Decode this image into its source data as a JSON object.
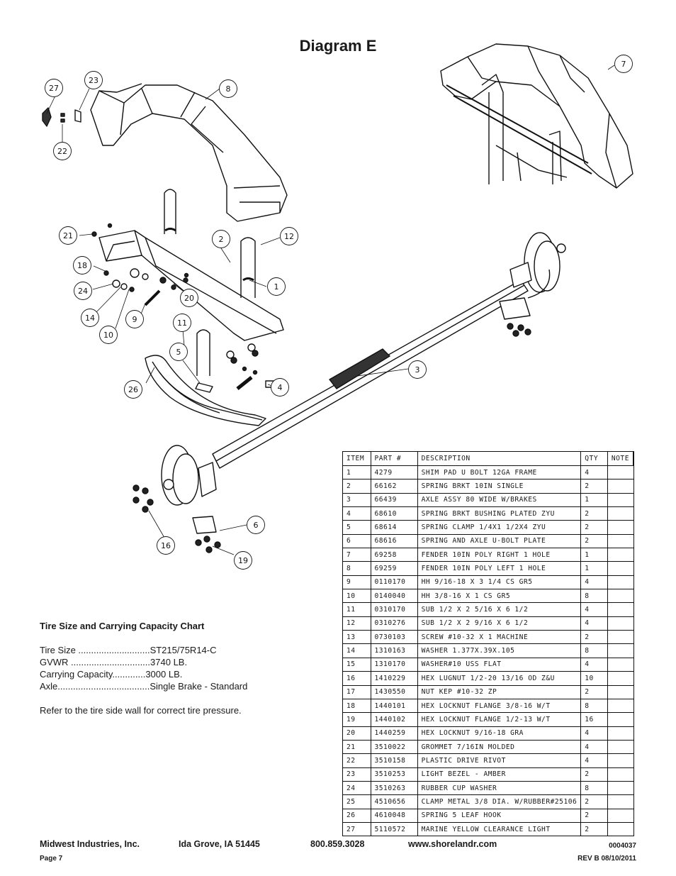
{
  "page_title": "Diagram E",
  "callouts": [
    "27",
    "23",
    "8",
    "22",
    "7",
    "21",
    "2",
    "12",
    "18",
    "24",
    "1",
    "20",
    "14",
    "9",
    "11",
    "10",
    "5",
    "3",
    "26",
    "4",
    "6",
    "16",
    "19"
  ],
  "parts_table": {
    "headers": [
      "ITEM",
      "PART #",
      "DESCRIPTION",
      "QTY",
      "NOTE"
    ],
    "rows": [
      [
        "1",
        "4279",
        "SHIM PAD   U BOLT 12GA FRAME",
        "4",
        ""
      ],
      [
        "2",
        "66162",
        "SPRING BRKT  10IN SINGLE",
        "2",
        ""
      ],
      [
        "3",
        "66439",
        "AXLE ASSY 80 WIDE W/BRAKES",
        "1",
        ""
      ],
      [
        "4",
        "68610",
        "SPRING BRKT BUSHING PLATED ZYU",
        "2",
        ""
      ],
      [
        "5",
        "68614",
        "SPRING CLAMP   1/4X1 1/2X4  ZYU",
        "2",
        ""
      ],
      [
        "6",
        "68616",
        "SPRING AND AXLE U-BOLT PLATE",
        "2",
        ""
      ],
      [
        "7",
        "69258",
        "FENDER  10IN POLY RIGHT 1 HOLE",
        "1",
        ""
      ],
      [
        "8",
        "69259",
        "FENDER  10IN POLY LEFT 1 HOLE",
        "1",
        ""
      ],
      [
        "9",
        "0110170",
        "HH 9/16-18 X 3 1/4 CS GR5",
        "4",
        ""
      ],
      [
        "10",
        "0140040",
        "HH 3/8-16 X 1 CS GR5",
        "8",
        ""
      ],
      [
        "11",
        "0310170",
        "SUB 1/2 X 2 5/16 X 6 1/2",
        "4",
        ""
      ],
      [
        "12",
        "0310276",
        "SUB 1/2 X 2 9/16 X 6 1/2",
        "4",
        ""
      ],
      [
        "13",
        "0730103",
        "SCREW #10-32 X 1 MACHINE",
        "2",
        ""
      ],
      [
        "14",
        "1310163",
        "WASHER 1.377X.39X.105",
        "8",
        ""
      ],
      [
        "15",
        "1310170",
        "WASHER#10 USS FLAT",
        "4",
        ""
      ],
      [
        "16",
        "1410229",
        "HEX LUGNUT 1/2-20 13/16 OD Z&U",
        "10",
        ""
      ],
      [
        "17",
        "1430550",
        "NUT KEP #10-32 ZP",
        "2",
        ""
      ],
      [
        "18",
        "1440101",
        "HEX LOCKNUT FLANGE 3/8-16 W/T",
        "8",
        ""
      ],
      [
        "19",
        "1440102",
        "HEX LOCKNUT FLANGE 1/2-13 W/T",
        "16",
        ""
      ],
      [
        "20",
        "1440259",
        "HEX LOCKNUT 9/16-18 GRA",
        "4",
        ""
      ],
      [
        "21",
        "3510022",
        "GROMMET  7/16IN MOLDED",
        "4",
        ""
      ],
      [
        "22",
        "3510158",
        "PLASTIC DRIVE RIVOT",
        "4",
        ""
      ],
      [
        "23",
        "3510253",
        "LIGHT BEZEL - AMBER",
        "2",
        ""
      ],
      [
        "24",
        "3510263",
        "RUBBER CUP WASHER",
        "8",
        ""
      ],
      [
        "25",
        "4510656",
        "CLAMP METAL 3/8 DIA. W/RUBBER#25106",
        "2",
        ""
      ],
      [
        "26",
        "4610048",
        "SPRING  5 LEAF HOOK",
        "2",
        ""
      ],
      [
        "27",
        "5110572",
        "MARINE YELLOW CLEARANCE LIGHT",
        "2",
        ""
      ]
    ]
  },
  "capacity_chart": {
    "title": "Tire Size and Carrying Capacity Chart",
    "rows": [
      {
        "label": "Tire Size ............................",
        "value": "ST215/75R14-C"
      },
      {
        "label": "GVWR ...............................",
        "value": "3740 LB."
      },
      {
        "label": "Carrying Capacity.............",
        "value": "3000 LB."
      },
      {
        "label": "Axle....................................",
        "value": "Single Brake - Standard"
      }
    ],
    "note": "Refer to the tire side wall for correct tire pressure."
  },
  "footer": {
    "company": "Midwest Industries, Inc.",
    "city": "Ida Grove, IA  51445",
    "phone": "800.859.3028",
    "website": "www.shorelandr.com",
    "doc_number": "0004037",
    "page": "Page 7",
    "revision": "REV B  08/10/2011"
  }
}
